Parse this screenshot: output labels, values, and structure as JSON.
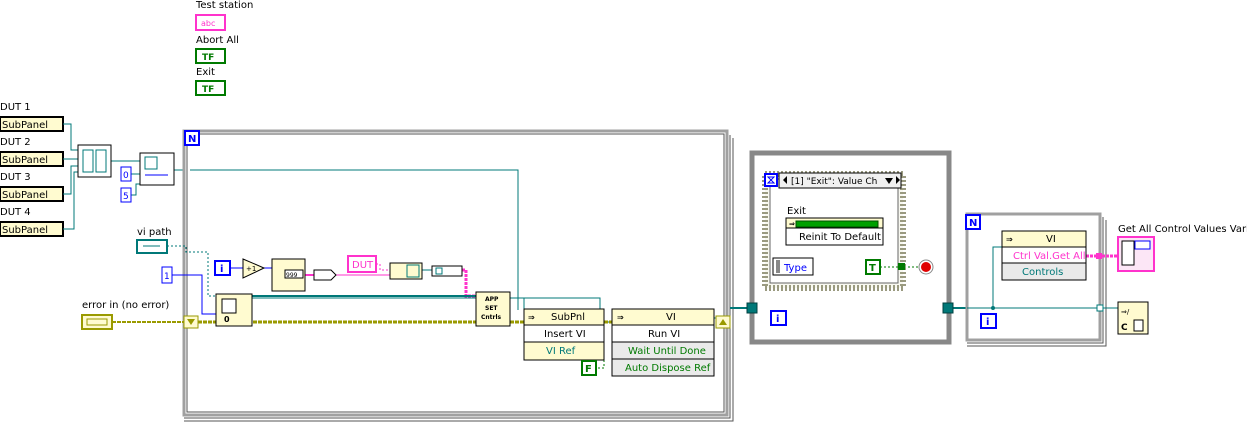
{
  "controls": {
    "test_station": "Test station",
    "test_station_glyph": "abc",
    "abort_all": "Abort All",
    "abort_all_glyph": "TF",
    "exit": "Exit",
    "exit_glyph": "TF"
  },
  "subpanels": [
    {
      "label": "DUT 1",
      "text": "SubPanel"
    },
    {
      "label": "DUT 2",
      "text": "SubPanel"
    },
    {
      "label": "DUT 3",
      "text": "SubPanel"
    },
    {
      "label": "DUT 4",
      "text": "SubPanel"
    }
  ],
  "inputs": {
    "vi_path": "vi path",
    "error_in": "error in (no error)",
    "const_0": "0",
    "const_5": "5",
    "const_1": "1"
  },
  "loop1": {
    "count": "N",
    "iteration": "i",
    "dut_string": "DUT",
    "format_glyph": "999",
    "app_node": [
      "APP",
      "SET",
      "Cntrls"
    ],
    "subpnl_node": {
      "title": "SubPnl",
      "method": "Insert VI",
      "prop": "VI Ref"
    },
    "vi_node": {
      "title": "VI",
      "method": "Run VI",
      "params": [
        "Wait Until Done",
        "Auto Dispose Ref"
      ]
    },
    "false_const": "F"
  },
  "event_loop": {
    "case": "[1] \"Exit\": Value Ch",
    "exit_label": "Exit",
    "invoke": "Reinit To Default",
    "type": "Type",
    "true_const": "T",
    "iteration": "i"
  },
  "loop2": {
    "count": "N",
    "iteration": "i",
    "node_title": "VI",
    "prop1": "Ctrl Val.Get All",
    "prop2": "Controls"
  },
  "output": {
    "label": "Get All Control Values Variant"
  },
  "colors": {
    "pink": "#ff33cc",
    "green": "#007a00",
    "blue": "#0000ff",
    "teal": "#007878",
    "olive": "#9a9a00",
    "frame": "#a0a0a0"
  }
}
